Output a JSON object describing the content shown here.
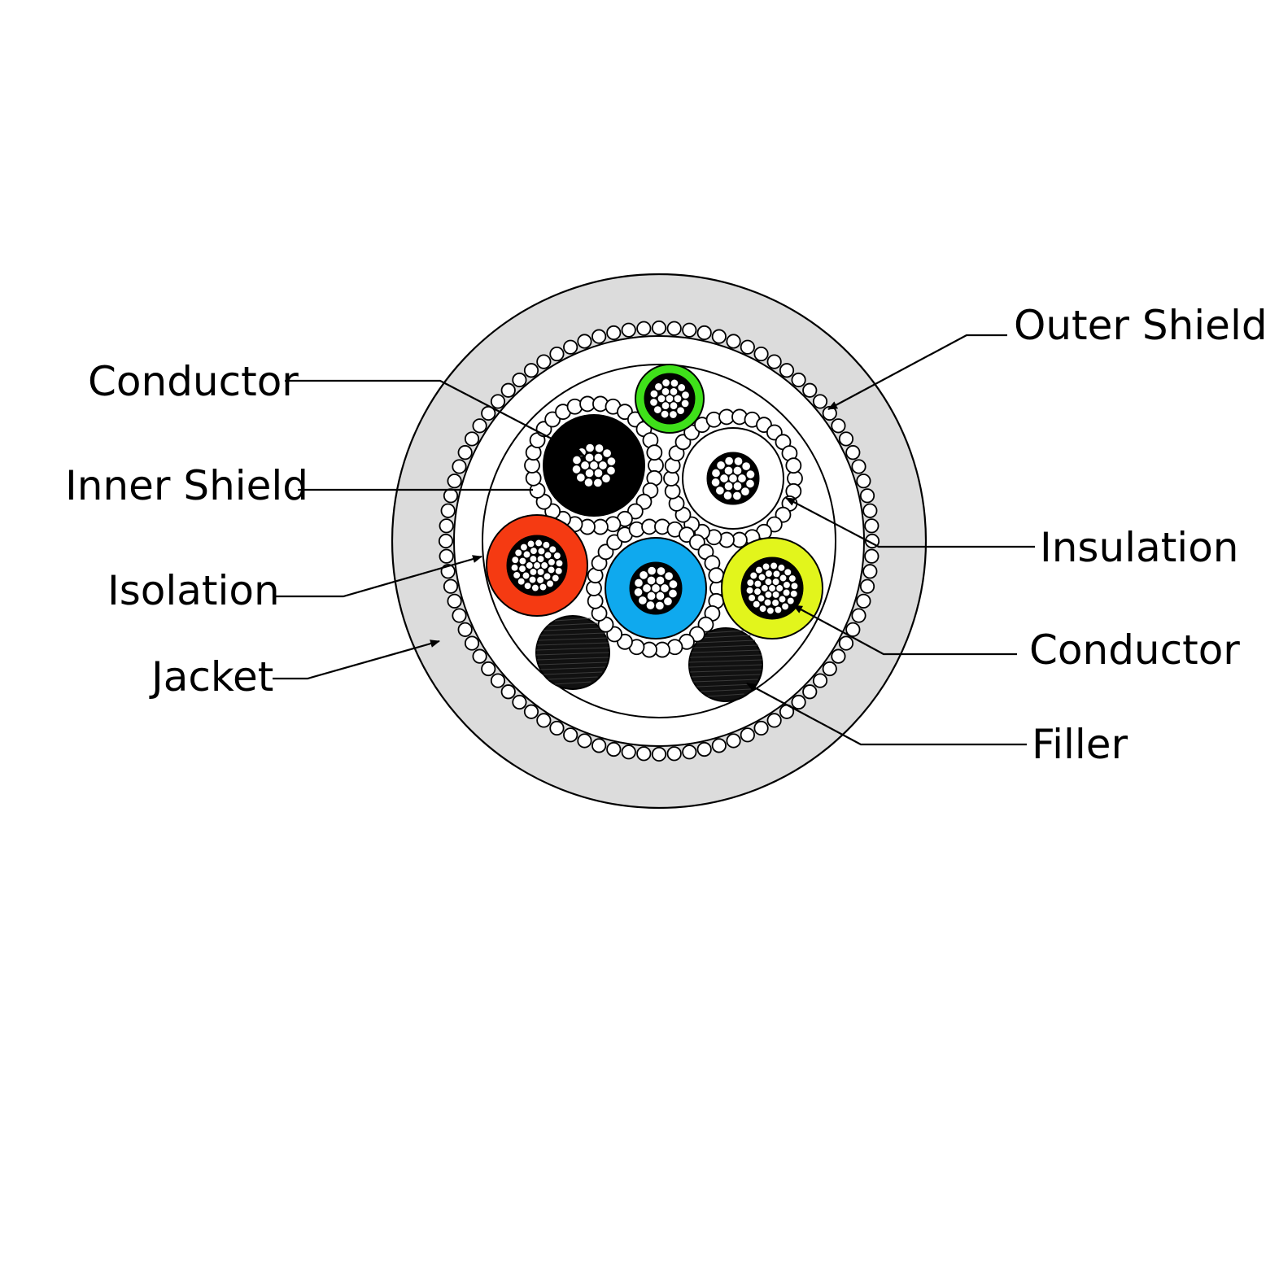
{
  "labels": {
    "outer_shield": "Outer Shield",
    "conductor_left": "Conductor",
    "inner_shield": "Inner Shield",
    "insulation": "Insulation",
    "isolation": "Isolation",
    "conductor_right": "Conductor",
    "jacket": "Jacket",
    "filler": "Filler"
  },
  "colors": {
    "jacket": "#dcdcdc",
    "core_black": "#000000",
    "core_green": "#3fe01a",
    "core_white": "#ffffff",
    "core_red": "#f53a12",
    "core_blue": "#0fa9ee",
    "core_yellow": "#e2f51c",
    "filler": "#111111"
  }
}
